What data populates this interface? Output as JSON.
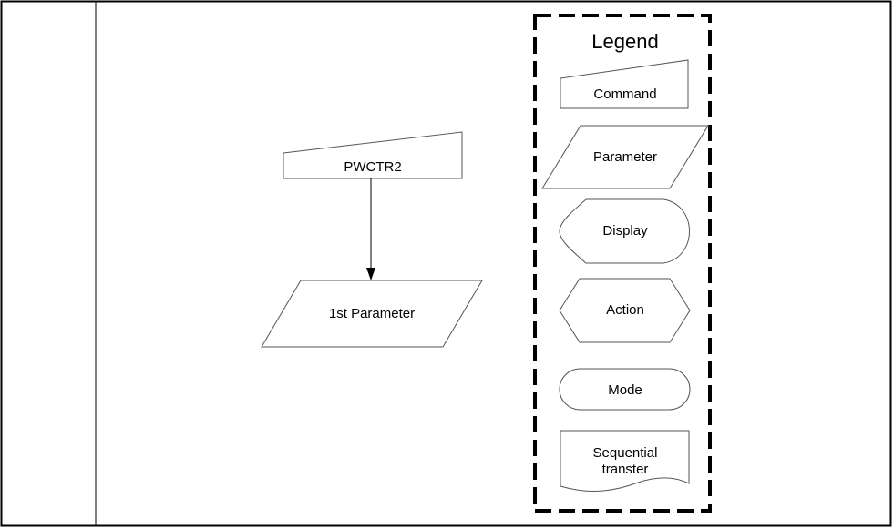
{
  "flow": {
    "command": "PWCTR2",
    "parameter": "1st Parameter"
  },
  "legend": {
    "title": "Legend",
    "items": {
      "command": "Command",
      "parameter": "Parameter",
      "display": "Display",
      "action": "Action",
      "mode": "Mode",
      "sequential_line1": "Sequential",
      "sequential_line2": "transter"
    }
  }
}
